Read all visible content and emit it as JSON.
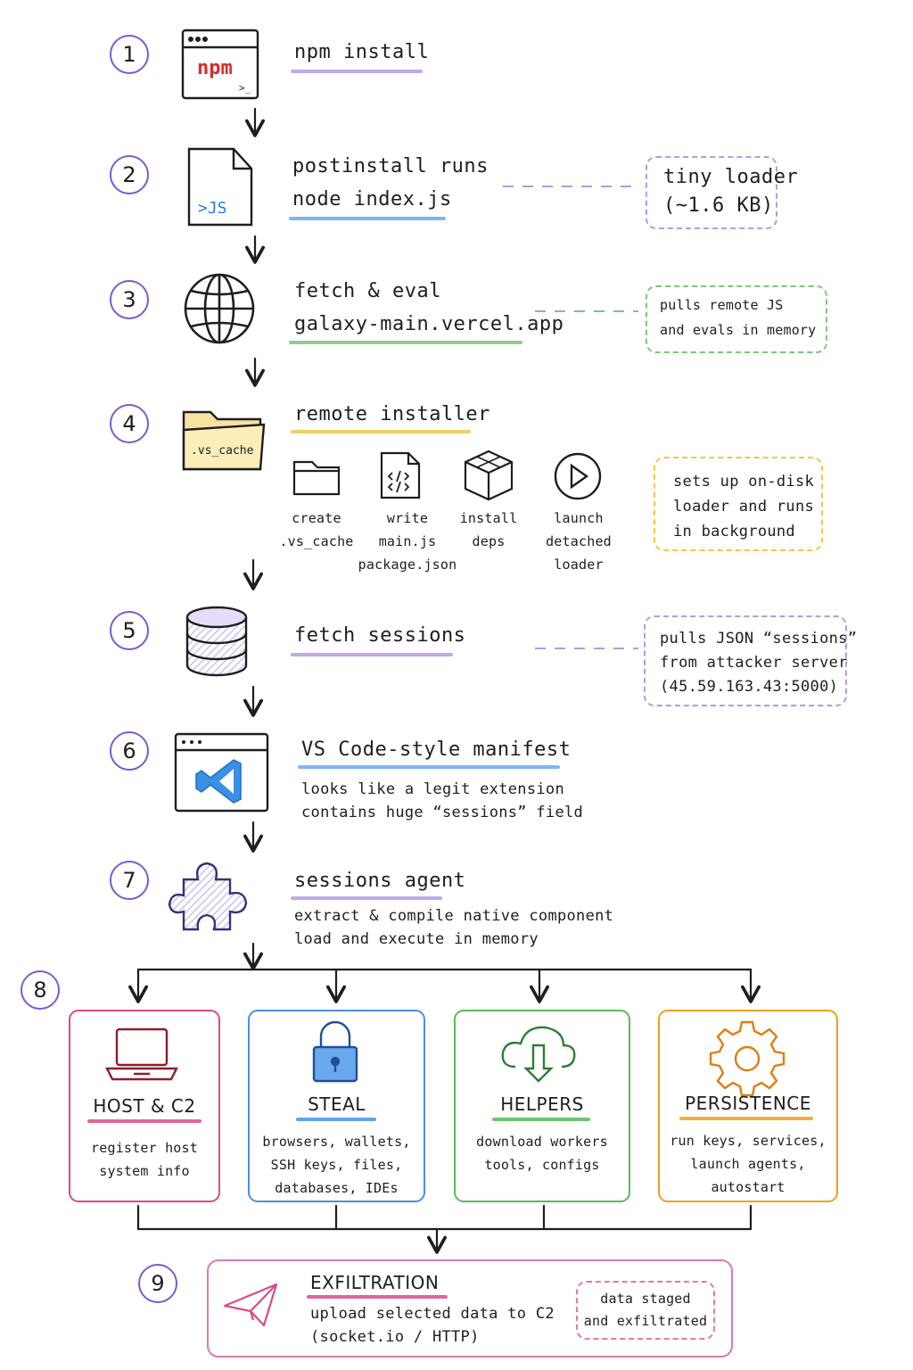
{
  "colors": {
    "purple": "#8a63d2",
    "blue": "#4a90e2",
    "green": "#5bb85b",
    "yellow": "#f2c744",
    "pink": "#d94c86",
    "orange": "#f0a020",
    "red_npm": "#d92b2b"
  },
  "steps": [
    {
      "num": "1",
      "title": "npm install",
      "icon": "npm-terminal-icon"
    },
    {
      "num": "2",
      "title_lines": [
        "postinstall runs",
        "node index.js"
      ],
      "icon": "js-file-icon",
      "icon_label": ">JS",
      "note_lines": [
        "tiny loader",
        "(~1.6 KB)"
      ]
    },
    {
      "num": "3",
      "title_lines": [
        "fetch & eval",
        "galaxy-main.vercel.app"
      ],
      "icon": "globe-icon",
      "note_lines": [
        "pulls remote JS",
        "and evals in memory"
      ]
    },
    {
      "num": "4",
      "title": "remote installer",
      "icon": "folder-icon",
      "icon_label": ".vs_cache",
      "substeps": [
        {
          "icon": "folder-outline-icon",
          "lines": [
            "create",
            ".vs_cache"
          ]
        },
        {
          "icon": "code-file-icon",
          "lines": [
            "write",
            "main.js",
            "package.json"
          ]
        },
        {
          "icon": "package-box-icon",
          "lines": [
            "install",
            "deps"
          ]
        },
        {
          "icon": "play-icon",
          "lines": [
            "launch",
            "detached",
            "loader"
          ]
        }
      ],
      "note_lines": [
        "sets up on-disk",
        "loader and runs",
        "in background"
      ]
    },
    {
      "num": "5",
      "title": "fetch sessions",
      "icon": "database-icon",
      "note_lines": [
        "pulls JSON “sessions”",
        "from attacker server",
        "(45.59.163.43:5000)"
      ]
    },
    {
      "num": "6",
      "title": "VS Code-style manifest",
      "icon": "vscode-window-icon",
      "desc_lines": [
        "looks like a legit extension",
        "contains huge “sessions” field"
      ]
    },
    {
      "num": "7",
      "title": "sessions agent",
      "icon": "puzzle-piece-icon",
      "desc_lines": [
        "extract & compile native component",
        "load and execute in memory"
      ]
    }
  ],
  "branch_num": "8",
  "modules": [
    {
      "title": "HOST & C2",
      "icon": "laptop-icon",
      "lines": [
        "register host",
        "system info"
      ]
    },
    {
      "title": "STEAL",
      "icon": "lock-icon",
      "lines": [
        "browsers, wallets,",
        "SSH keys, files,",
        "databases, IDEs"
      ]
    },
    {
      "title": "HELPERS",
      "icon": "cloud-download-icon",
      "lines": [
        "download workers",
        "tools, configs"
      ]
    },
    {
      "title": "PERSISTENCE",
      "icon": "gear-icon",
      "lines": [
        "run keys, services,",
        "launch agents,",
        "autostart"
      ]
    }
  ],
  "final": {
    "num": "9",
    "title": "EXFILTRATION",
    "icon": "paper-plane-icon",
    "lines": [
      "upload selected data to C2",
      "(socket.io / HTTP)"
    ],
    "note_lines": [
      "data staged",
      "and exfiltrated"
    ]
  }
}
